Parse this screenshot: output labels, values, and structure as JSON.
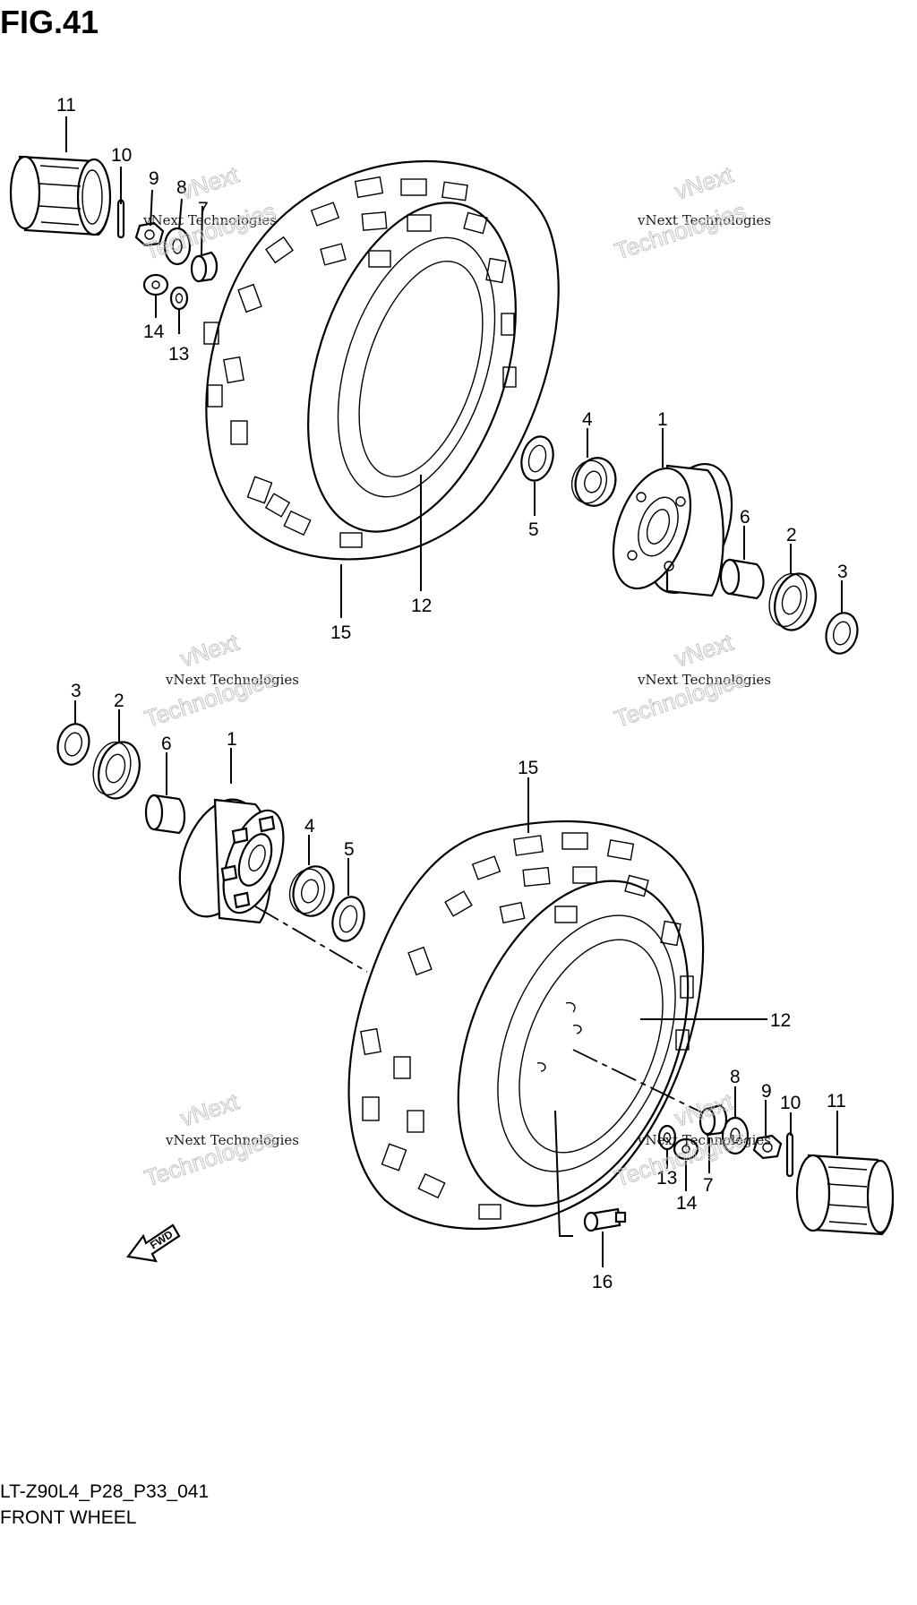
{
  "figure": {
    "title": "FIG.41",
    "code": "LT-Z90L4_P28_P33_041",
    "name": "FRONT WHEEL"
  },
  "watermark": {
    "line1": "vNext Technologies",
    "line2a": "vNext",
    "line2b": "Technologies"
  },
  "direction_label": "FWD",
  "callouts": {
    "top": [
      "11",
      "10",
      "9",
      "8",
      "7",
      "14",
      "13",
      "4",
      "1",
      "5",
      "6",
      "2",
      "3",
      "12",
      "15"
    ],
    "bottom": [
      "3",
      "2",
      "6",
      "1",
      "4",
      "5",
      "15",
      "12",
      "8",
      "9",
      "10",
      "11",
      "13",
      "7",
      "14",
      "16"
    ]
  }
}
